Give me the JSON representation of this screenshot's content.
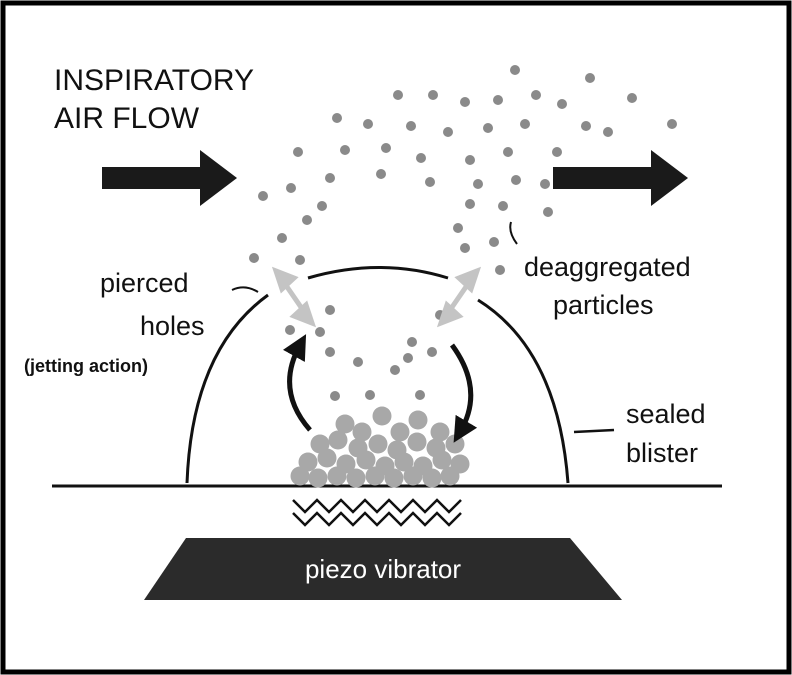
{
  "labels": {
    "airflow_line1": "INSPIRATORY",
    "airflow_line2": "AIR FLOW",
    "pierced_line1": "pierced",
    "pierced_line2": "holes",
    "pierced_line3": "(jetting action)",
    "deagg_line1": "deaggregated",
    "deagg_line2": "particles",
    "sealed_line1": "sealed",
    "sealed_line2": "blister",
    "piezo": "piezo vibrator"
  },
  "colors": {
    "ink": "#111111",
    "particle": "#8a8a8a",
    "particle_dense": "#a8a8a8",
    "hole_arrow": "#c4c4c4",
    "base": "#2b2b2b"
  }
}
